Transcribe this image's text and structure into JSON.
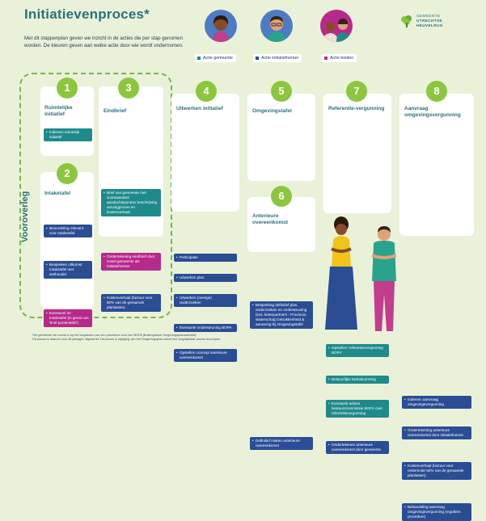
{
  "header": {
    "title": "Initiatievenproces*",
    "intro": "Met dit stappenplan geven we inzicht in de acties die per stap genomen worden. De kleuren geven aan welke actie door wie wordt ondernomen."
  },
  "legend": [
    {
      "label": "Actie gemeente",
      "color": "#1f8a8a"
    },
    {
      "label": "Actie initiatiefnemer",
      "color": "#2a4d94"
    },
    {
      "label": "Actie beiden",
      "color": "#b7298d"
    }
  ],
  "logo": {
    "line1": "GEMEENTE",
    "line2": "UTRECHTSE HEUVELRUG"
  },
  "vooroverleg_label": "Vooroverleg",
  "colors": {
    "teal": "#1f8a8a",
    "blue": "#2a4d94",
    "magenta": "#b7298d",
    "green": "#8cc63f"
  },
  "steps": [
    {
      "num": "1",
      "title": "Ruimtelijke initiatief",
      "actions": [
        {
          "text": "Indienen ruimtelijk initiatief",
          "color": "teal"
        }
      ]
    },
    {
      "num": "2",
      "title": "Intaketafel",
      "actions": [
        {
          "text": "Beoordeling relevant voor Intaketafel",
          "color": "blue"
        },
        {
          "text": "Bespreken ultkomst Intaketafel met wethouder",
          "color": "blue"
        },
        {
          "text": "Eventueel 2e Intaketafel (in geval van 'knel-puntentafel')",
          "color": "magenta"
        }
      ]
    },
    {
      "num": "3",
      "title": "Eindbrief",
      "actions": [
        {
          "text": "Brief van gemeente met voorwaarden/ aandachtspunten/ beschrijving vervolgproces en kostenverhaal",
          "color": "teal"
        },
        {
          "text": "Ondertekening eindbrief door zowel gemeente als initiatiefnemer",
          "color": "magenta"
        },
        {
          "text": "Kostenverhaal (factuur voor 50% van de geraamde planlasten)",
          "color": "blue"
        }
      ]
    },
    {
      "num": "4",
      "title": "Uitwerken initiatief",
      "actions": [
        {
          "text": "Participatie",
          "color": "blue"
        },
        {
          "text": "Uitwerken plan",
          "color": "blue"
        },
        {
          "text": "Uitwerken (overige) onderzoeken",
          "color": "blue"
        },
        {
          "text": "Eventuele ondersteuning BOPA",
          "color": "blue"
        },
        {
          "text": "Opstellen concept anterieure overeenkomst",
          "color": "blue"
        }
      ]
    },
    {
      "num": "5",
      "title": "Omgevingstafel",
      "actions": [
        {
          "text": "Bespreking definitief plan, onderzoeken en ondersteuning (incl. ketenpartners - Provincie, Waterschap) betrokkenheid & aanwezig bij Omgevingstafel",
          "color": "blue"
        }
      ]
    },
    {
      "num": "6",
      "title": "Anterieure overeenkomst",
      "actions": [
        {
          "text": "Definitief maken anterieure overeenkomst",
          "color": "blue"
        }
      ]
    },
    {
      "num": "7",
      "title": "Referentie-vergunning",
      "actions": [
        {
          "text": "Opstellen 'referentievergunning BOPA'",
          "color": "teal"
        },
        {
          "text": "Bestuurlijke besluitvorming",
          "color": "teal"
        },
        {
          "text": "Eventuele advies bestuurscommissie BOPA over referentievergunning",
          "color": "teal"
        },
        {
          "text": "Ondertekenen anterieure overeenkomst door gemeente",
          "color": "blue"
        }
      ]
    },
    {
      "num": "8",
      "title": "Aanvraag omgevingsvergunning",
      "actions": [
        {
          "text": "Indienen aanvraag omgevingsvergunning",
          "color": "blue"
        },
        {
          "text": "Ondertekening anterieure overeenkomst door initiatiefnemer",
          "color": "blue"
        },
        {
          "text": "Kostenverhaal (factuur voor resterende 50% van de geraamde planlasten)",
          "color": "blue"
        },
        {
          "text": "Behandeling aanvraag omgevingsvergunning (reguliere procedure)",
          "color": "blue"
        }
      ]
    }
  ],
  "footnote": {
    "line1": "*De gemeente zet vooral in op het toepassen van een procedure voor een BOPA (Buitenplanse Omgevingsplanactiviteit).",
    "line2": "Dit proces is daarom voor dit planlype uitgewerkt. Dit proces is wijziging van het Omgevingsplan wordt een vergelijkbaar proces doorlopen."
  }
}
